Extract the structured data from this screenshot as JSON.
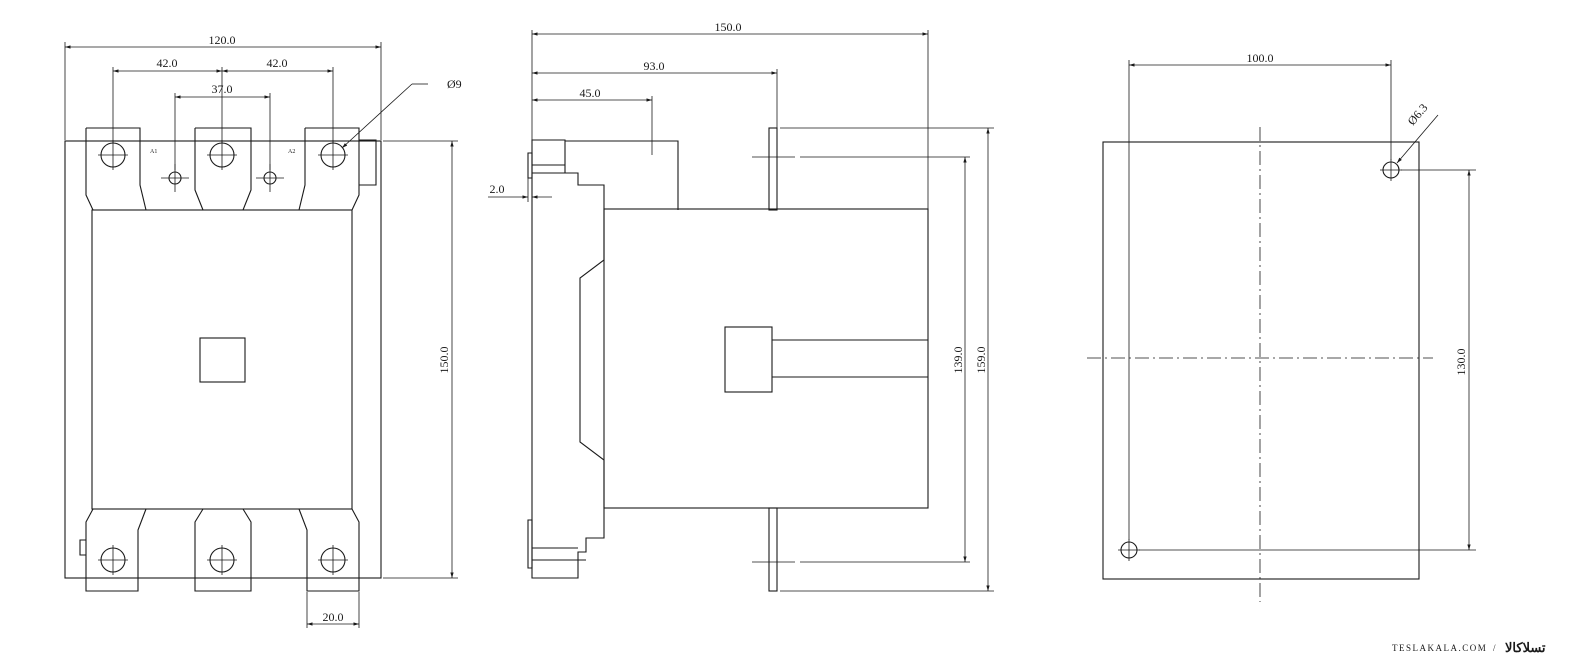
{
  "front_view": {
    "width_overall": "120.0",
    "pitch_left": "42.0",
    "pitch_right": "42.0",
    "coil_pitch": "37.0",
    "hole_dia": "Ø9",
    "height_overall": "150.0",
    "terminal_width": "20.0",
    "coil_label_1": "A1",
    "coil_label_2": "A2"
  },
  "side_view": {
    "depth_overall": "150.0",
    "depth_mid": "93.0",
    "depth_short": "45.0",
    "offset": "2.0",
    "height_inner": "139.0",
    "height_outer": "159.0"
  },
  "mounting_view": {
    "hole_spacing_h": "100.0",
    "hole_spacing_v": "130.0",
    "hole_dia": "Ø6.3"
  },
  "watermark": {
    "site": "TESLAKALA.COM",
    "separator": "/",
    "brand_fa": "تسلاکالا"
  }
}
